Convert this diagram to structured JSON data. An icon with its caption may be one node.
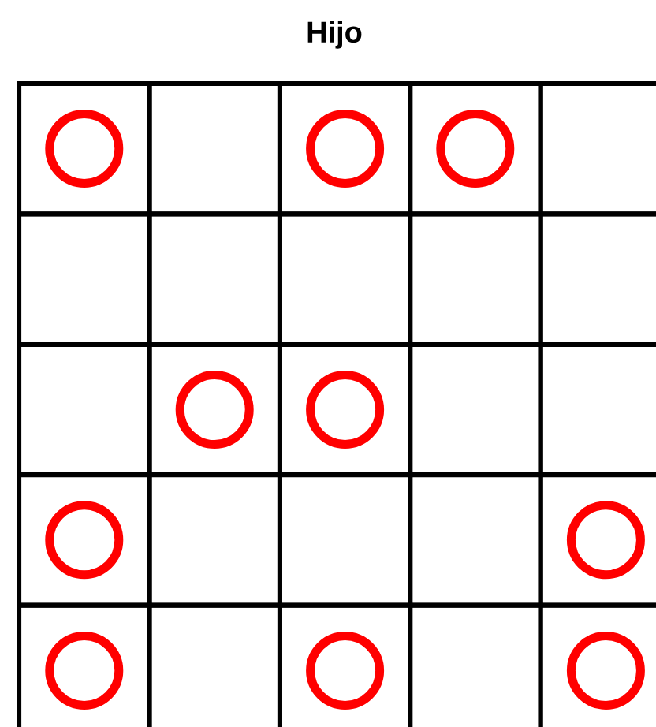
{
  "diagram": {
    "title": "Hijo",
    "nodes": [
      {
        "text": [],
        "shape": "box"
      },
      {
        "text": [],
        "shape": "circle",
        "in": 0
      },
      {
        "text": [],
        "shape": "box"
      },
      {
        "text": [],
        "shape": "box"
      },
      {
        "text": [],
        "shape": "circle",
        "in": 3
      },
      {
        "text": [],
        "shape": "box"
      },
      {
        "text": [],
        "shape": "circle",
        "in": 5
      },
      {
        "text": [],
        "shape": "box"
      },
      {
        "text": [],
        "shape": "box"
      },
      {
        "text": [],
        "shape": "box"
      },
      {
        "text": [],
        "shape": "box"
      },
      {
        "text": [],
        "shape": "box"
      },
      {
        "text": [],
        "shape": "box"
      },
      {
        "text": [],
        "shape": "box"
      },
      {
        "text": [],
        "shape": "box"
      },
      {
        "text": [],
        "shape": "circle",
        "in": 14
      },
      {
        "text": [],
        "shape": "box"
      },
      {
        "text": [],
        "shape": "circle",
        "in": 16
      },
      {
        "text": [],
        "shape": "box"
      },
      {
        "text": [],
        "shape": "box"
      },
      {
        "text": [],
        "shape": "box"
      },
      {
        "text": [],
        "shape": "circle",
        "in": 20
      },
      {
        "text": [],
        "shape": "box"
      },
      {
        "text": [],
        "shape": "box"
      },
      {
        "text": [],
        "shape": "box"
      },
      {
        "text": [],
        "shape": "box"
      },
      {
        "text": [],
        "shape": "circle",
        "in": 25
      },
      {
        "text": [],
        "shape": "box"
      },
      {
        "text": [],
        "shape": "circle",
        "in": 27
      },
      {
        "text": [],
        "shape": "box"
      },
      {
        "text": [],
        "shape": "box"
      },
      {
        "text": [],
        "shape": "circle",
        "in": 30
      },
      {
        "text": [],
        "shape": "box"
      },
      {
        "text": [],
        "shape": "box"
      },
      {
        "text": [],
        "shape": "circle",
        "in": 33
      }
    ]
  }
}
